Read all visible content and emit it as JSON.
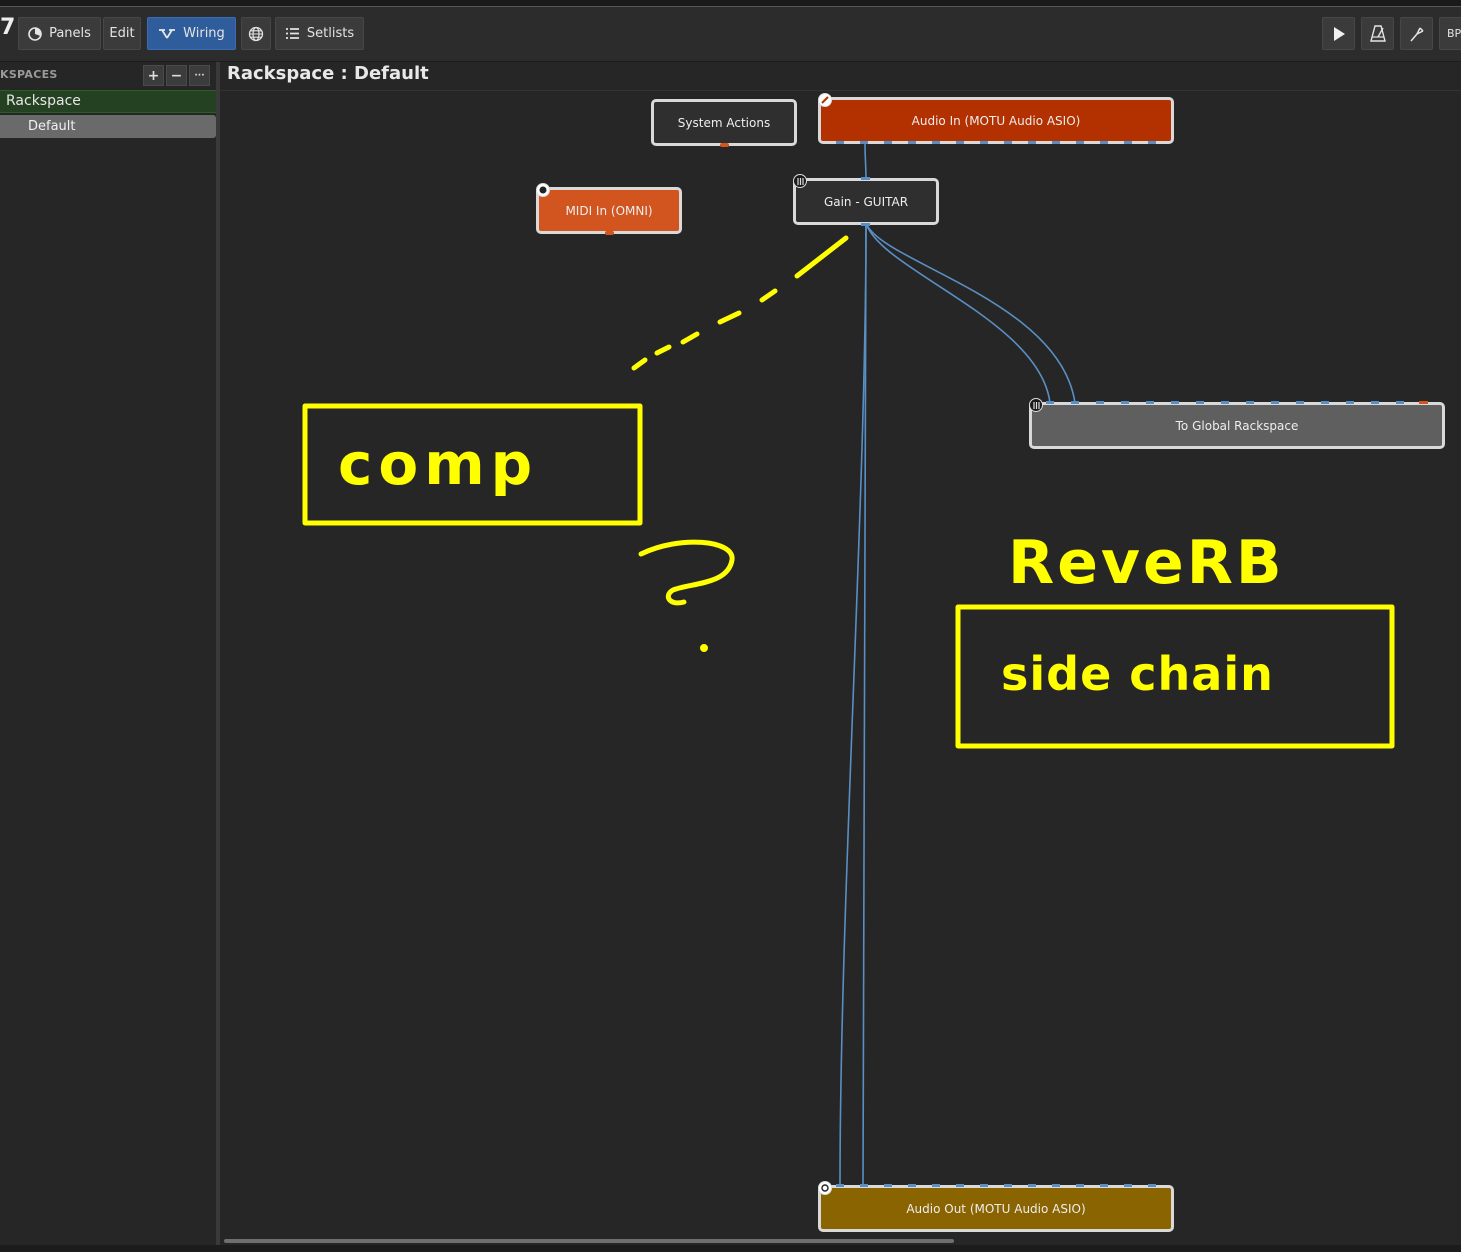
{
  "toolbar": {
    "logo": "7",
    "panels_label": "Panels",
    "edit_label": "Edit",
    "wiring_label": "Wiring",
    "setlists_label": "Setlists",
    "bpm_label": "BP"
  },
  "sidebar": {
    "header": "KSPACES",
    "add_label": "+",
    "remove_label": "−",
    "more_label": "···",
    "rackspace_label": "Rackspace",
    "variation_label": "Default"
  },
  "canvas": {
    "title": "Rackspace : Default"
  },
  "nodes": {
    "system_actions": "System Actions",
    "audio_in": "Audio In (MOTU Audio ASIO)",
    "midi_in": "MIDI In (OMNI)",
    "gain": "Gain - GUITAR",
    "to_global": "To Global Rackspace",
    "audio_out": "Audio Out (MOTU Audio ASIO)"
  },
  "annotations": {
    "comp": "comp",
    "question": "?",
    "reverb": "ReveRB",
    "sidechain": "side chain"
  },
  "colors": {
    "wiring_active": "#2f5c9b",
    "audio_in": "#b33000",
    "midi_in": "#d2551f",
    "audio_out": "#8a6400",
    "to_global": "#5f5f5f",
    "wire": "#5a8fc4",
    "annotation": "#ffff00"
  }
}
